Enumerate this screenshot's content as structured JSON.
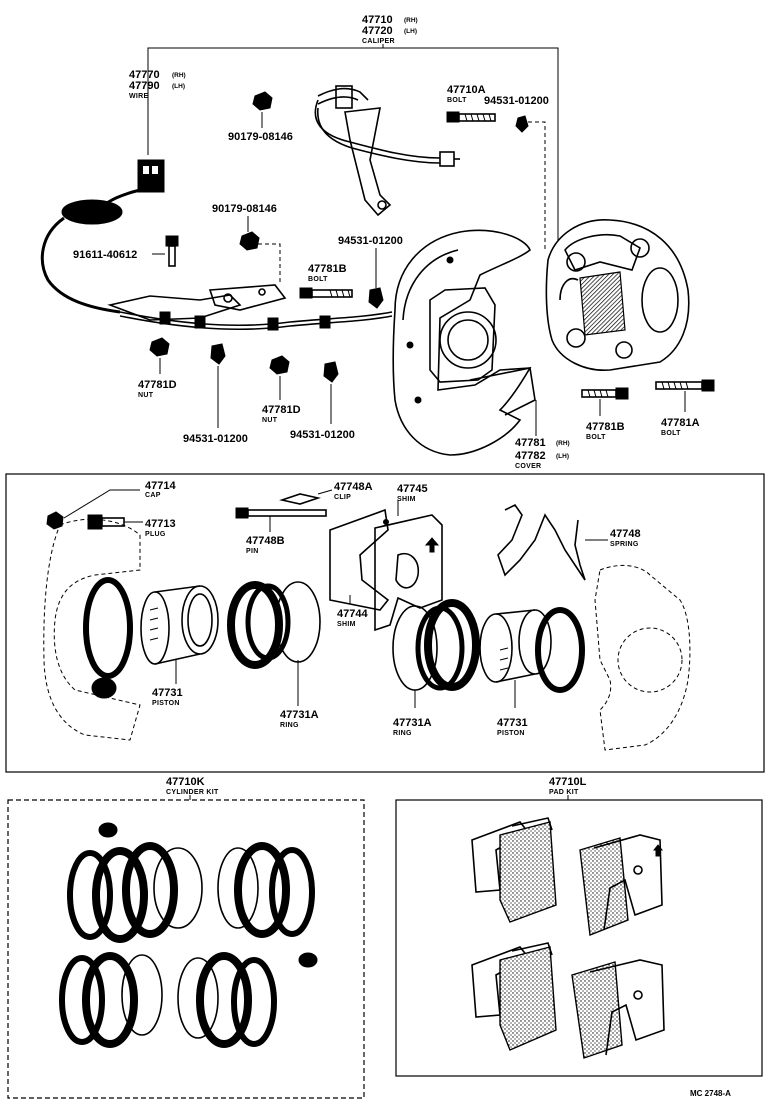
{
  "caliper": {
    "pn_rh": "47710",
    "pn_lh": "47720",
    "rh": "(RH)",
    "lh": "(LH)",
    "name": "CALIPER"
  },
  "wire": {
    "pn_rh": "47770",
    "pn_lh": "47790",
    "rh": "(RH)",
    "lh": "(LH)",
    "name": "WIRE"
  },
  "bolt_a": {
    "pn": "47710A",
    "name": "BOLT"
  },
  "clip_top": {
    "pn": "94531-01200"
  },
  "nut_top": {
    "pn": "90179-08146"
  },
  "nut_mid": {
    "pn": "90179-08146"
  },
  "bolt_clamp": {
    "pn": "91611-40612"
  },
  "bolt_b_top": {
    "pn": "47781B",
    "name": "BOLT"
  },
  "clip_mid": {
    "pn": "94531-01200"
  },
  "nut_d_left": {
    "pn": "47781D",
    "name": "NUT"
  },
  "nut_d_right": {
    "pn": "47781D",
    "name": "NUT"
  },
  "clip_bottom_left": {
    "pn": "94531-01200"
  },
  "clip_bottom_right": {
    "pn": "94531-01200"
  },
  "cover": {
    "pn_rh": "47781",
    "pn_lh": "47782",
    "rh": "(RH)",
    "lh": "(LH)",
    "name": "COVER"
  },
  "bolt_b_right": {
    "pn": "47781B",
    "name": "BOLT"
  },
  "bolt_a_right": {
    "pn": "47781A",
    "name": "BOLT"
  },
  "cap": {
    "pn": "47714",
    "name": "CAP"
  },
  "plug": {
    "pn": "47713",
    "name": "PLUG"
  },
  "clip_shim": {
    "pn": "47748A",
    "name": "CLIP"
  },
  "shim_top": {
    "pn": "47745",
    "name": "SHIM"
  },
  "pin": {
    "pn": "47748B",
    "name": "PIN"
  },
  "spring": {
    "pn": "47748",
    "name": "SPRING"
  },
  "shim_mid": {
    "pn": "47744",
    "name": "SHIM"
  },
  "piston_left": {
    "pn": "47731",
    "name": "PISTON"
  },
  "ring_left": {
    "pn": "47731A",
    "name": "RING"
  },
  "ring_right": {
    "pn": "47731A",
    "name": "RING"
  },
  "piston_right": {
    "pn": "47731",
    "name": "PISTON"
  },
  "cylinder_kit": {
    "pn": "47710K",
    "name": "CYLINDER KIT"
  },
  "pad_kit": {
    "pn": "47710L",
    "name": "PAD KIT"
  },
  "footer": {
    "code": "MC 2748-A"
  }
}
